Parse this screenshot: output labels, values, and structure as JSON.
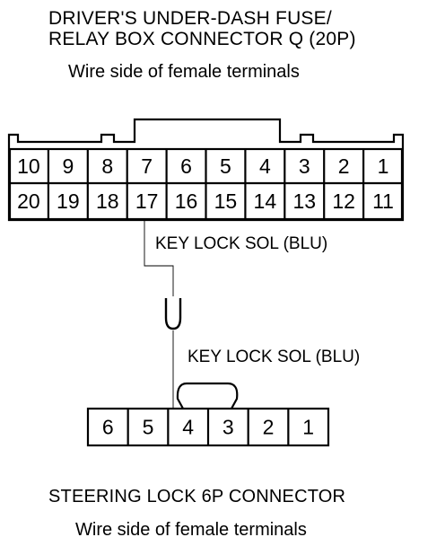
{
  "top_connector": {
    "title_line1": "DRIVER'S UNDER-DASH FUSE/",
    "title_line2": "RELAY BOX CONNECTOR Q (20P)",
    "subtitle": "Wire side of female terminals",
    "row1": [
      "10",
      "9",
      "8",
      "7",
      "6",
      "5",
      "4",
      "3",
      "2",
      "1"
    ],
    "row2": [
      "20",
      "19",
      "18",
      "17",
      "16",
      "15",
      "14",
      "13",
      "12",
      "11"
    ]
  },
  "wire": {
    "label_top": "KEY LOCK SOL (BLU)",
    "label_bottom": "KEY LOCK SOL (BLU)",
    "junction_symbol": "U"
  },
  "bottom_connector": {
    "pins": [
      "6",
      "5",
      "4",
      "3",
      "2",
      "1"
    ],
    "title": "STEERING LOCK 6P CONNECTOR",
    "subtitle": "Wire side of female terminals"
  }
}
